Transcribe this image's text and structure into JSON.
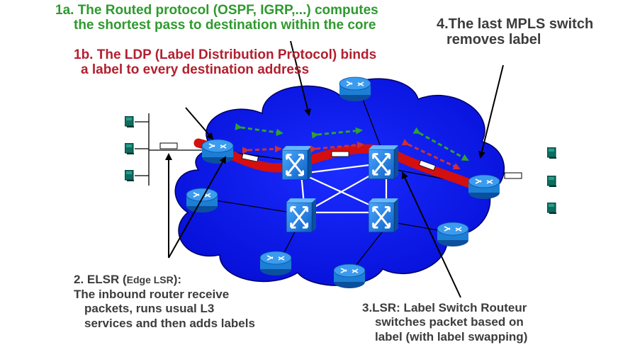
{
  "step_1a": {
    "line1": "1a. The Routed protocol (OSPF, IGRP,...) computes",
    "line2": "the shortest pass to destination within the core"
  },
  "step_1b": {
    "line1": "1b. The LDP (Label Distribution Protocol) binds",
    "line2": "a label to every destination address"
  },
  "step_4": {
    "line1": "4.The last MPLS switch",
    "line2": "removes label"
  },
  "step_2": {
    "title_main": "2. ELSR (",
    "title_sub": "Edge LSR",
    "title_end": "):",
    "line2": "The inbound router receive",
    "line3": "packets, runs usual L3",
    "line4": "services and then adds labels"
  },
  "step_3": {
    "line1": "3.LSR: Label Switch Routeur",
    "line2": "switches packet based on",
    "line3": "label (with label swapping)"
  },
  "colors": {
    "cloud": "#0a14f0",
    "cloud_edge": "#000066",
    "router": "#1c7fd6",
    "label_path": "#d40f0f",
    "ldp_arrow": "#d03030",
    "routing_arrow": "#2fa32f",
    "host": "#0d6e5e"
  },
  "icons": {
    "router": "router-icon",
    "switch": "mpls-switch-icon",
    "host": "host-icon",
    "packet": "packet-icon"
  }
}
